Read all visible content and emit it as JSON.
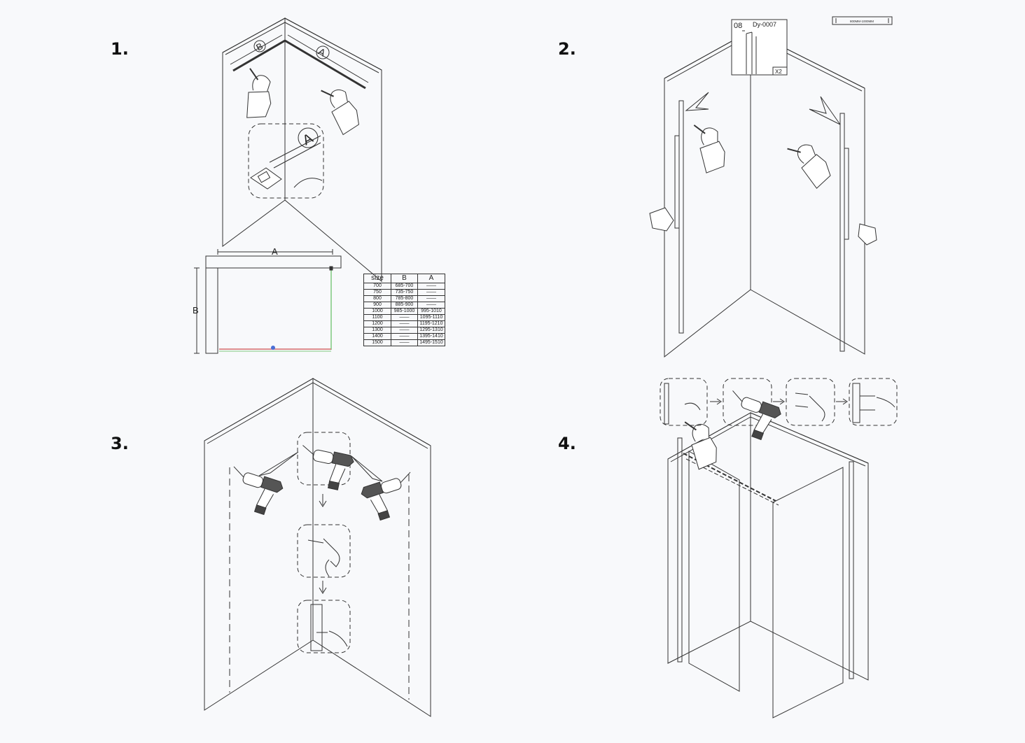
{
  "steps": {
    "s1": "1.",
    "s2": "2.",
    "s3": "3.",
    "s4": "4."
  },
  "step1": {
    "label_a": "A",
    "label_b": "B",
    "circle_a": "A",
    "circle_b": "B",
    "inset_a": "A",
    "plan_label_a": "A",
    "plan_label_b": "B"
  },
  "size_table": {
    "headers": [
      "size",
      "B",
      "A"
    ],
    "rows": [
      [
        "700",
        "685-700",
        "——"
      ],
      [
        "750",
        "735-750",
        "——"
      ],
      [
        "800",
        "785-800",
        "——"
      ],
      [
        "900",
        "885-900",
        "——"
      ],
      [
        "1000",
        "985-1000",
        "995-1010"
      ],
      [
        "1100",
        "——",
        "1095-1110"
      ],
      [
        "1200",
        "——",
        "1195-1210"
      ],
      [
        "1300",
        "——",
        "1295-1310"
      ],
      [
        "1400",
        "——",
        "1395-1410"
      ],
      [
        "1500",
        "——",
        "1495-1510"
      ]
    ]
  },
  "step2": {
    "part_no": "08",
    "part_code": "Dy-0007",
    "part_qty": "X2",
    "ruler_text": "800MM-1000MM"
  },
  "colors": {
    "line": "#333333",
    "plan_green": "#7fc97f",
    "plan_red": "#d46a6a",
    "plan_blue": "#4a6fd6"
  }
}
